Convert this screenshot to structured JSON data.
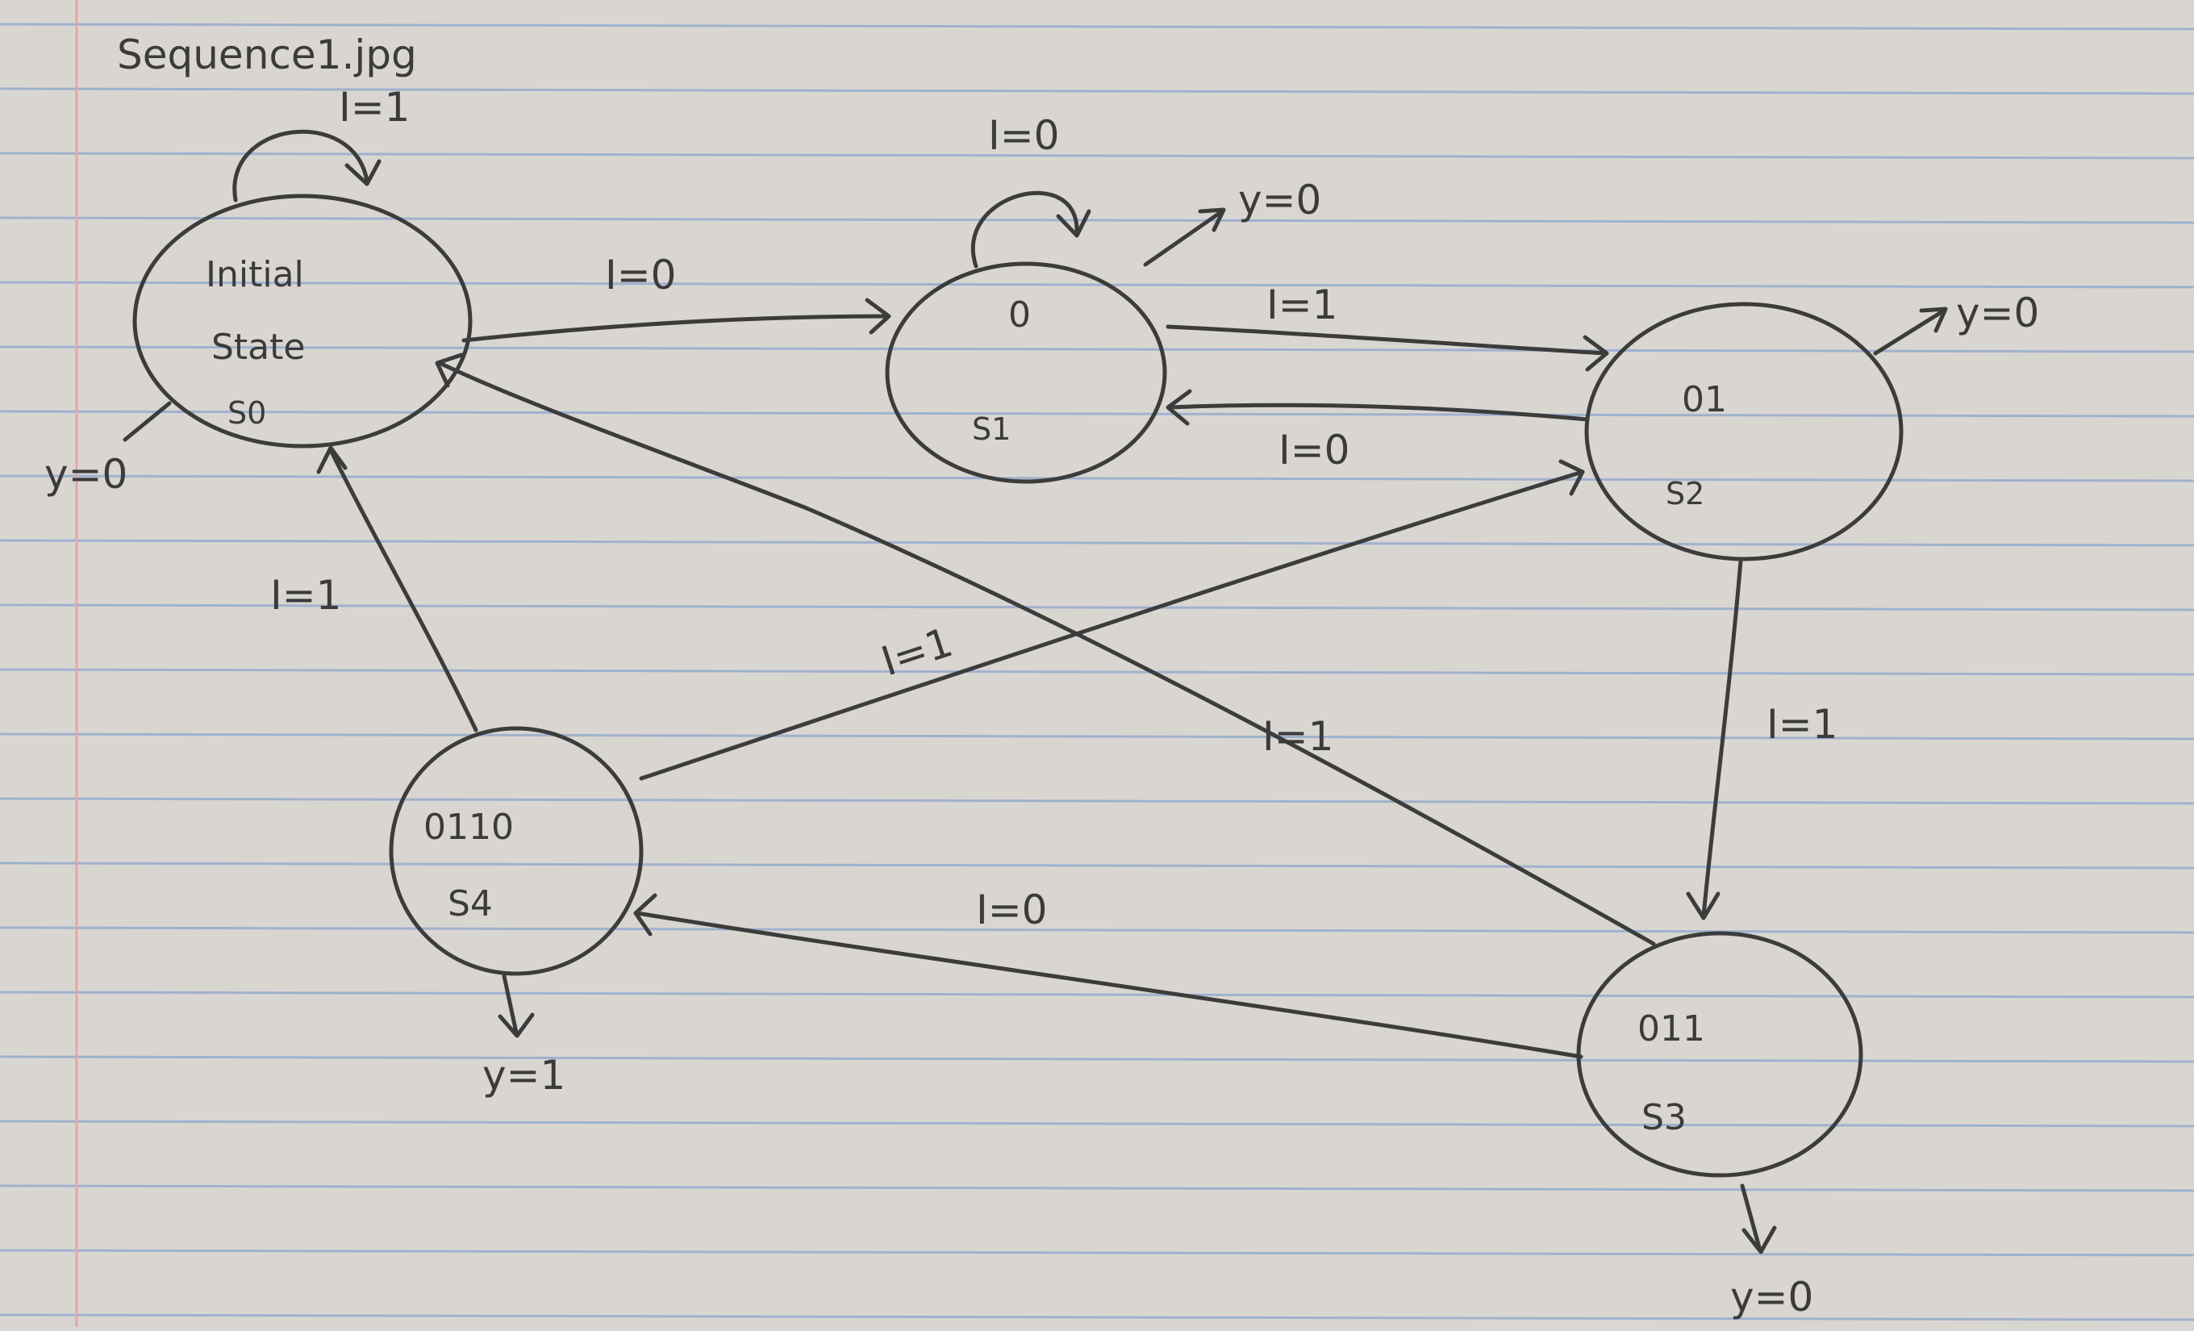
{
  "filename": "Sequence1.jpg",
  "states": {
    "s0": {
      "line1": "Initial",
      "line2": "State",
      "name": "S0",
      "output": "y=0"
    },
    "s1": {
      "value": "0",
      "name": "S1",
      "output": "y=0"
    },
    "s2": {
      "value": "01",
      "name": "S2",
      "output": "y=0"
    },
    "s3": {
      "value": "011",
      "name": "S3",
      "output": "y=0"
    },
    "s4": {
      "value": "0110",
      "name": "S4",
      "output": "y=1"
    }
  },
  "transitions": {
    "s0_self": "I=1",
    "s0_s1": "I=0",
    "s1_self": "I=0",
    "s1_s2": "I=1",
    "s2_s1": "I=0",
    "s2_s3": "I=1",
    "s3_s0": "I=1",
    "s3_s4": "I=0",
    "s4_s0": "I=1",
    "s4_s2": "I=1"
  },
  "colors": {
    "paper": "#d9d6d1",
    "rule_line": "#9fb1cf",
    "margin_line": "#e4a6a6",
    "ink": "#3c3c3c"
  }
}
